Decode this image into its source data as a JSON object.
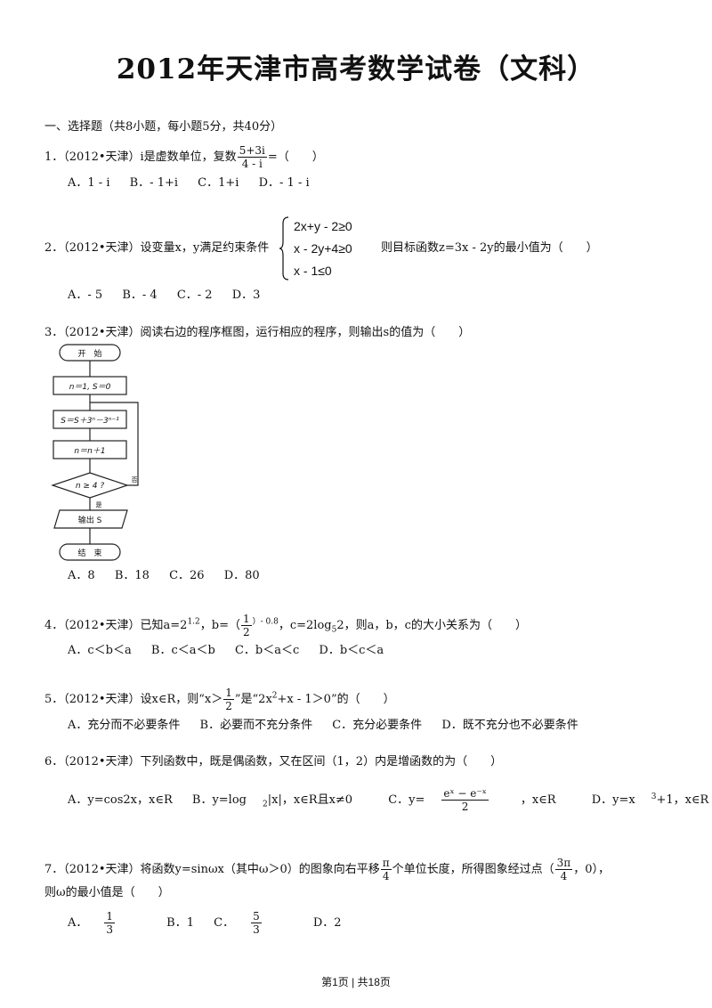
{
  "title": "2012年天津市高考数学试卷（文科）",
  "section": "一、选择题（共8小题，每小题5分，共40分）",
  "q1": {
    "prefix": "1．（2012•天津）i是虚数单位，复数",
    "frac_num": "5+3i",
    "frac_den": "4 - i",
    "suffix": "=（　　）",
    "options": [
      "A．1 - i",
      "B．- 1+i",
      "C．1+i",
      "D．- 1 - i"
    ]
  },
  "q2": {
    "prefix": "2．（2012•天津）设变量x，y满足约束条件",
    "constraints": [
      "2x+y - 2≥0",
      "x - 2y+4≥0",
      "x - 1≤0"
    ],
    "suffix": "则目标函数z=3x - 2y的最小值为（　　）",
    "options": [
      "A．- 5",
      "B．- 4",
      "C．- 2",
      "D．3"
    ]
  },
  "q3": {
    "text": "3．（2012•天津）阅读右边的程序框图，运行相应的程序，则输出s的值为（　　）",
    "flow": {
      "start": "开　始",
      "init": "n＝1, S＝0",
      "step1": "S＝S＋3ⁿ－3ⁿ⁻¹",
      "step2": "n＝n＋1",
      "cond": "n ≥ 4 ?",
      "yes": "是",
      "no": "否",
      "output": "输出 S",
      "end": "结　束"
    },
    "options": [
      "A．8",
      "B．18",
      "C．26",
      "D．80"
    ]
  },
  "q4": {
    "prefix": "4．（2012•天津）已知a=2",
    "exp_a": "1.2",
    "mid1": "，b=（",
    "frac_num": "1",
    "frac_den": "2",
    "exp_b": "）- 0.8",
    "mid2": "，c=2log",
    "sub_c": "5",
    "suffix": "2，则a，b，c的大小关系为（　　）",
    "options": [
      "A．c＜b＜a",
      "B．c＜a＜b",
      "C．b＜a＜c",
      "D．b＜c＜a"
    ]
  },
  "q5": {
    "prefix": "5．（2012•天津）设x∈R，则“x＞",
    "frac_num": "1",
    "frac_den": "2",
    "mid": "”是“2x",
    "sup": "2",
    "suffix": "+x - 1＞0”的（　　）",
    "options": [
      "A．充分而不必要条件",
      "B．必要而不充分条件",
      "C．充分必要条件",
      "D．既不充分也不必要条件"
    ]
  },
  "q6": {
    "text": "6．（2012•天津）下列函数中，既是偶函数，又在区间（1，2）内是增函数的为（　　）",
    "optA": "A．y=cos2x，x∈R",
    "optB_pre": "B．y=log",
    "optB_sub": "2",
    "optB_post": "|x|，x∈R且x≠0",
    "optC_pre": "C．y=",
    "optC_num": "eˣ − e⁻ˣ",
    "optC_den": "2",
    "optC_post": "，x∈R",
    "optD_pre": "D．y=x",
    "optD_sup": "3",
    "optD_post": "+1，x∈R"
  },
  "q7": {
    "prefix": "7．（2012•天津）将函数y=sinωx（其中ω＞0）的图象向右平移",
    "frac_num": "π",
    "frac_den": "4",
    "mid": "个单位长度，所得图象经过点（",
    "pt_num": "3π",
    "pt_den": "4",
    "suffix": "，0），",
    "line2": "则ω的最小值是（　　）",
    "optA_pre": "A．",
    "optA_num": "1",
    "optA_den": "3",
    "optB": "B．1",
    "optC_pre": "C．",
    "optC_num": "5",
    "optC_den": "3",
    "optD": "D．2"
  },
  "footer": "第1页 | 共18页"
}
